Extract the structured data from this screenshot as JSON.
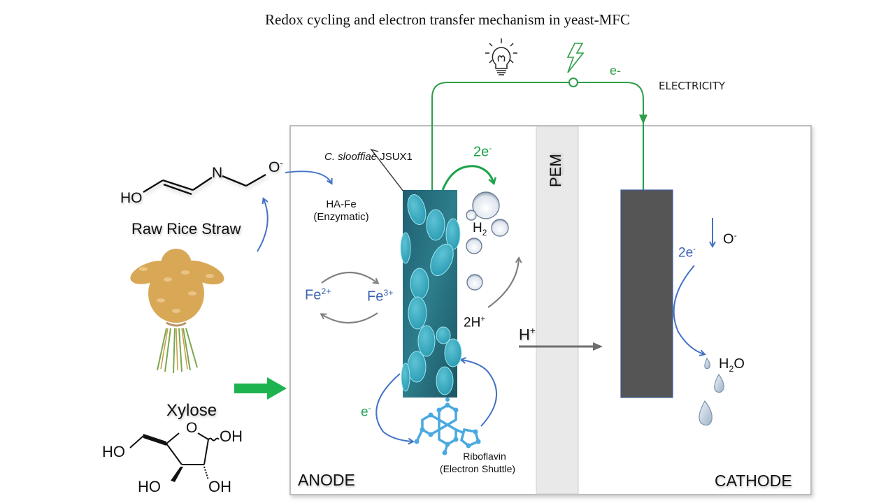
{
  "title": "Redox cycling and electron transfer mechanism in yeast-MFC",
  "colors": {
    "circuit_green": "#2e9e4a",
    "arrow_blue": "#4472c4",
    "arrow_gray": "#808080",
    "label_blue": "#3b63b0",
    "cathode_electrode": "#555555",
    "pem_fill": "#e8e8e8",
    "feed_arrow_green": "#1db34f"
  },
  "circuit": {
    "electron_label": "e-",
    "electricity_label": "ELECTRICITY",
    "icons": [
      "lightbulb-icon",
      "lightning-bolt-icon"
    ]
  },
  "feedstock": {
    "raw_rice_straw_label": "Raw Rice Straw",
    "humic_structure": {
      "ho_label": "HO",
      "n_label": "N",
      "o_label": "O",
      "o_charge": "-"
    },
    "xylose_label": "Xylose",
    "xylose_structure": {
      "oh_labels": [
        "OH",
        "OH"
      ],
      "ho_labels": [
        "HO",
        "HO"
      ],
      "ring_o": "O"
    }
  },
  "anode": {
    "label": "ANODE",
    "organism_genus": "C. slooffiae",
    "organism_strain": "JSUX1",
    "ha_fe_label": "HA-Fe",
    "ha_fe_sub": "(Enzymatic)",
    "fe2": {
      "base": "Fe",
      "charge": "2+"
    },
    "fe3": {
      "base": "Fe",
      "charge": "3+"
    },
    "two_e": {
      "base": "2e",
      "charge": "-"
    },
    "h2": {
      "base": "H",
      "sub": "2"
    },
    "two_h": {
      "base": "2H",
      "charge": "+"
    },
    "e_minus": {
      "base": "e",
      "charge": "-"
    },
    "riboflavin_label": "Riboflavin",
    "riboflavin_sub": "(Electron Shuttle)"
  },
  "pem": {
    "label": "PEM",
    "h_plus": {
      "base": "H",
      "charge": "+"
    }
  },
  "cathode": {
    "label": "CATHODE",
    "o_minus": {
      "base": "O",
      "charge": "-"
    },
    "two_e": {
      "base": "2e",
      "charge": "-"
    },
    "h2o": {
      "pre": "H",
      "sub": "2",
      "post": "O"
    }
  }
}
